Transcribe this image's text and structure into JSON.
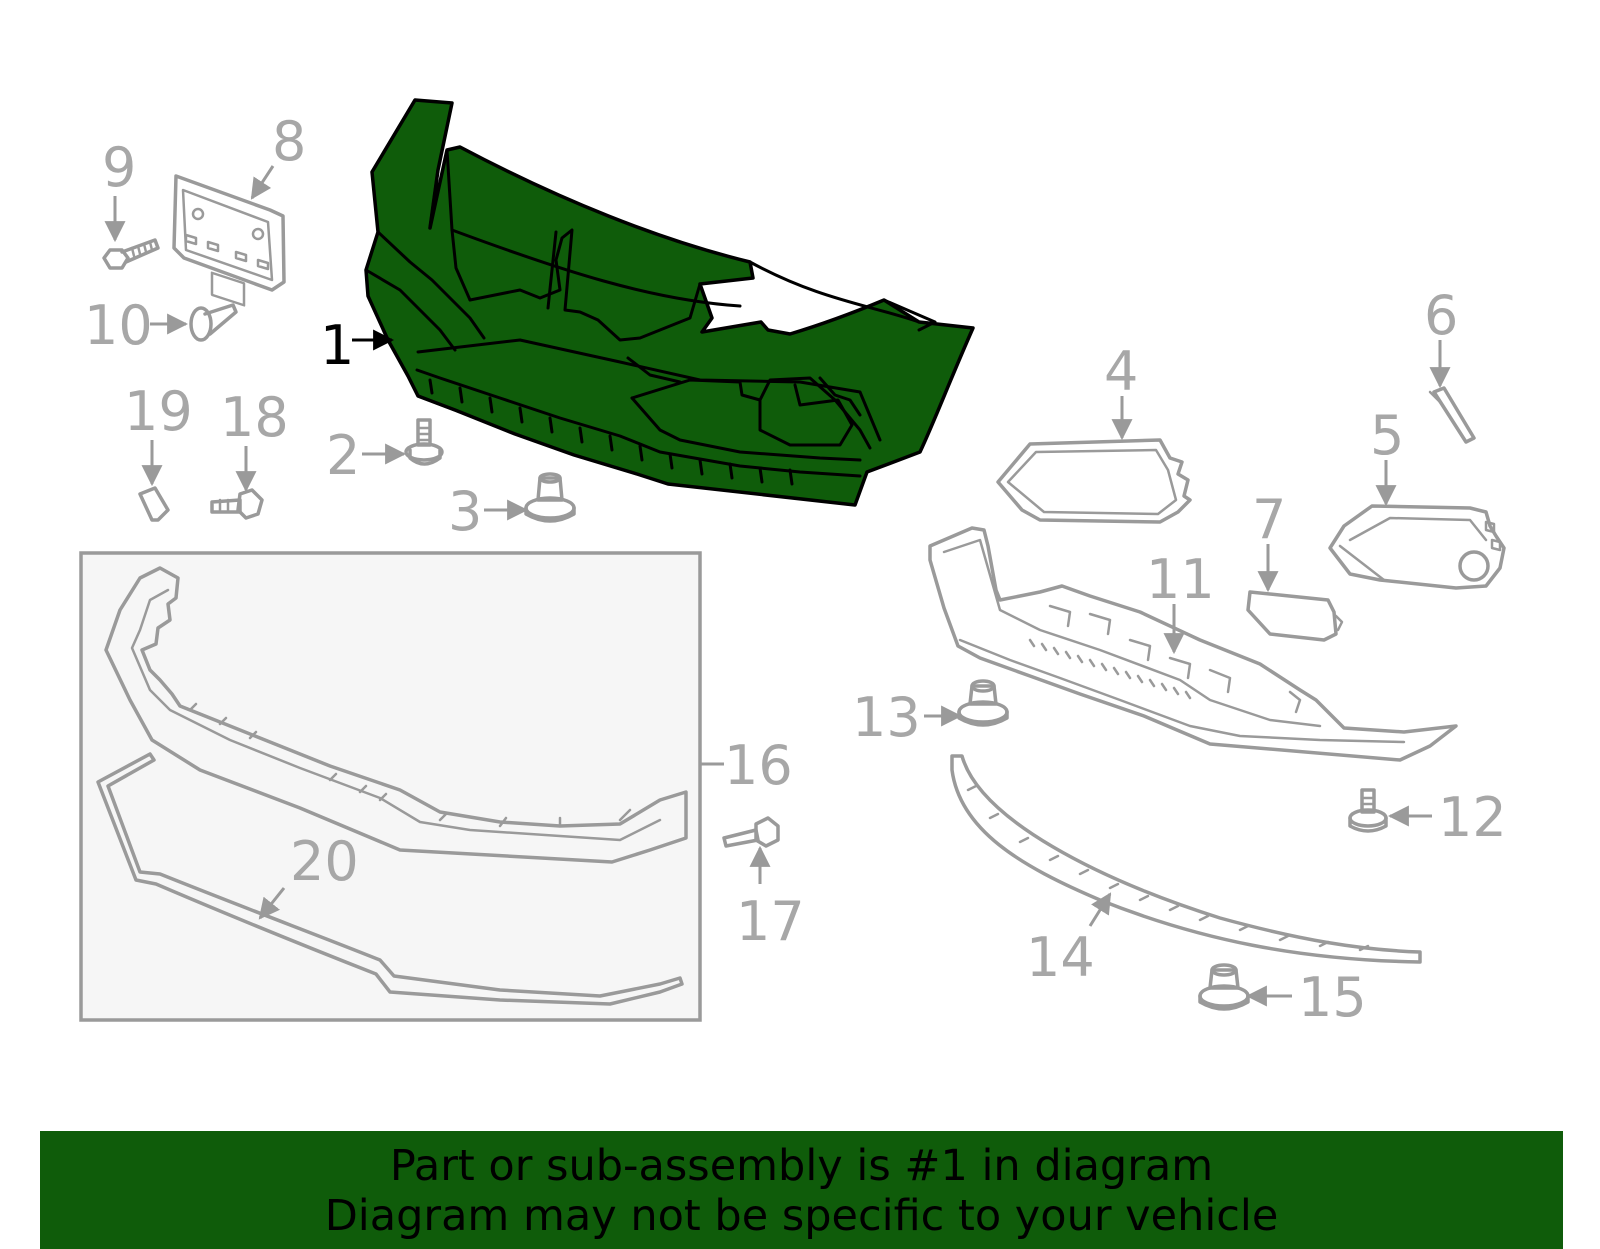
{
  "diagram": {
    "callouts": [
      "1",
      "2",
      "3",
      "4",
      "5",
      "6",
      "7",
      "8",
      "9",
      "10",
      "11",
      "12",
      "13",
      "14",
      "15",
      "16",
      "17",
      "18",
      "19",
      "20"
    ],
    "highlighted_part": "1",
    "highlight_color": "#0f5c0a",
    "part_color": "#9a9a9a"
  },
  "banner": {
    "line1": "Part or sub-assembly is #1 in diagram",
    "line2": "Diagram may not be specific to your vehicle",
    "color": "#0f5c0a"
  }
}
